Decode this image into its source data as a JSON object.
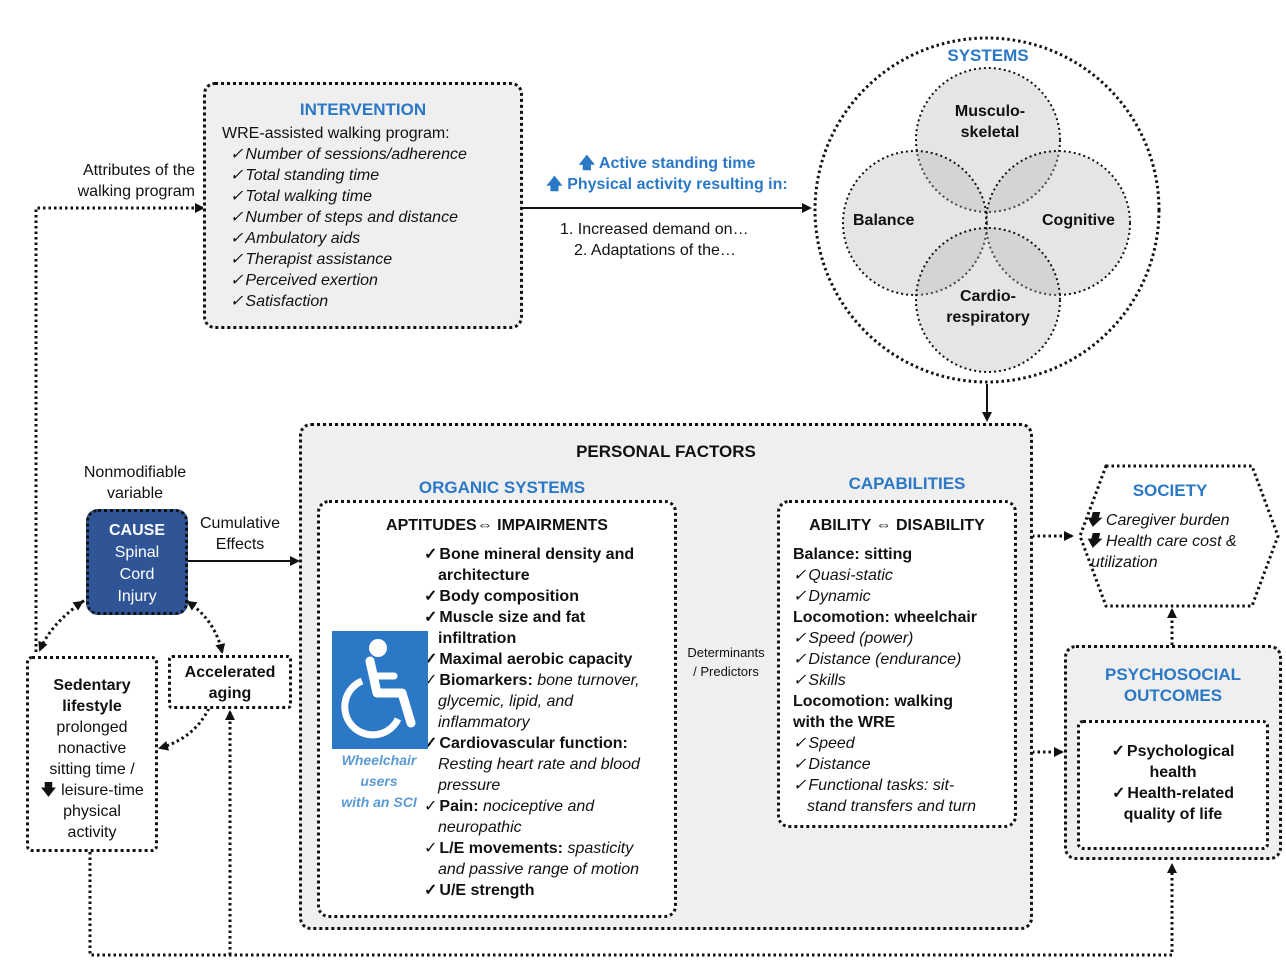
{
  "intervention": {
    "title": "INTERVENTION",
    "subtitle": "WRE-assisted walking program:",
    "items": [
      "Number of sessions/adherence",
      "Total standing time",
      "Total walking time",
      "Number of steps and distance",
      "Ambulatory aids",
      "Therapist assistance",
      "Perceived exertion",
      "Satisfaction"
    ]
  },
  "attributes_label": [
    "Attributes of the",
    "walking program"
  ],
  "activity": {
    "line1": "Active standing time",
    "line2": "Physical activity resulting in:",
    "up_icon": "up-arrow-icon",
    "item1": "1. Increased demand on…",
    "item2": "2. Adaptations of the…"
  },
  "systems": {
    "title": "SYSTEMS",
    "musculo": [
      "Musculo-",
      "skeletal"
    ],
    "balance": "Balance",
    "cognitive": "Cognitive",
    "cardio": [
      "Cardio-",
      "respiratory"
    ]
  },
  "personal_factors": {
    "title": "PERSONAL FACTORS",
    "organic_title": "ORGANIC SYSTEMS",
    "capabilities_title": "CAPABILITIES",
    "aptitudes_header": "APTITUDES⇔ IMPAIRMENTS",
    "aptitudes": [
      {
        "bold": "Bone mineral density and",
        "cont": "architecture"
      },
      {
        "bold": "Body composition"
      },
      {
        "bold": "Muscle size and fat",
        "cont": "infiltration"
      },
      {
        "bold": "Maximal aerobic capacity"
      },
      {
        "bold": "Biomarkers:",
        "it": " bone turnover,",
        "it2": "glycemic, lipid, and",
        "it3": "inflammatory"
      },
      {
        "bold": "Cardiovascular function:",
        "it2": "Resting heart rate and blood",
        "it3": "pressure"
      },
      {
        "bold": "Pain:",
        "it": " nociceptive and",
        "it2": "neuropathic"
      },
      {
        "bold": "L/E movements:",
        "it": " spasticity",
        "it2": "and passive range of motion"
      },
      {
        "bold": "U/E strength"
      }
    ],
    "wheelchair_caption": [
      "Wheelchair",
      "users",
      "with an SCI"
    ],
    "wheelchair_icon": "wheelchair-icon",
    "determinants": [
      "Determinants",
      "/ Predictors"
    ],
    "ability_header": "ABILITY ⇔ DISABILITY",
    "ability": {
      "balance_title": "Balance: sitting",
      "balance_items": [
        "Quasi-static",
        "Dynamic"
      ],
      "wheelchair_title": "Locomotion: wheelchair",
      "wheelchair_items": [
        "Speed (power)",
        "Distance (endurance)",
        "Skills"
      ],
      "walking_title": [
        "Locomotion: walking",
        "with the WRE"
      ],
      "walking_items": [
        "Speed",
        "Distance"
      ],
      "functional": [
        "Functional tasks: sit-",
        "stand transfers and turn"
      ]
    }
  },
  "cause": {
    "nonmod": [
      "Nonmodifiable",
      "variable"
    ],
    "title": "CAUSE",
    "text": [
      "Spinal",
      "Cord",
      "Injury"
    ],
    "cumulative": [
      "Cumulative",
      "Effects"
    ]
  },
  "sedentary": {
    "title": [
      "Sedentary",
      "lifestyle"
    ],
    "text": [
      "prolonged",
      "nonactive",
      "sitting time /"
    ],
    "leisure": "leisure-time",
    "text2": [
      "physical",
      "activity"
    ],
    "down_icon": "down-arrow-icon"
  },
  "aging": {
    "text": [
      "Accelerated",
      "aging"
    ]
  },
  "society": {
    "title": "SOCIETY",
    "items": [
      "Caregiver burden",
      "Health care cost &",
      "utilization"
    ]
  },
  "psychosocial": {
    "title": [
      "PSYCHOSOCIAL",
      "OUTCOMES"
    ],
    "items": [
      "Psychological",
      "health",
      "Health-related",
      "quality of life"
    ]
  },
  "colors": {
    "accent": "#2b78c6",
    "cause_fill": "#2f5597",
    "panel": "#efefef"
  }
}
